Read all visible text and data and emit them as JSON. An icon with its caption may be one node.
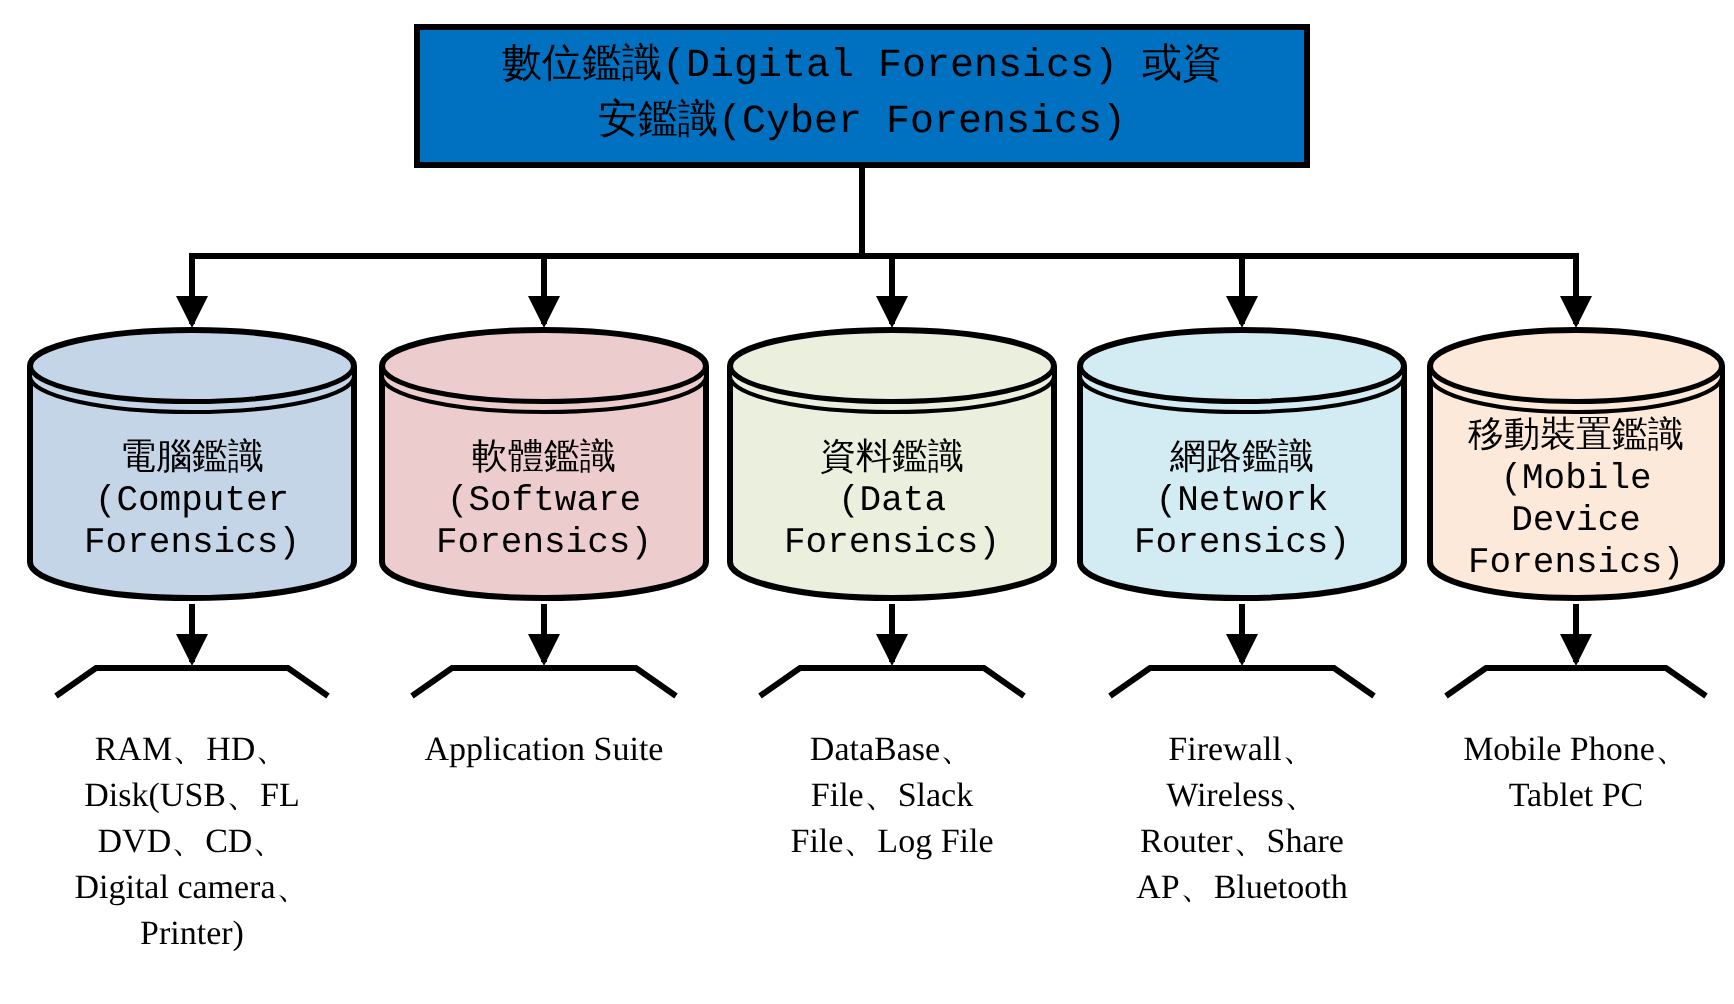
{
  "diagram": {
    "nodes": [
      {
        "text": [
          "數位鑑識(Digital Forensics) 或資安鑑識(Cyber Forensics)"
        ]
      },
      {
        "text": [
          "電腦鑑識",
          "(Computer Forensics)"
        ]
      },
      {
        "text": [
          "軟體鑑識",
          "(Software Forensics)"
        ]
      },
      {
        "text": [
          "資料鑑識",
          "(Data Forensics)"
        ]
      },
      {
        "text": [
          "網路鑑識",
          "(Network Forensics)"
        ]
      },
      {
        "text": [
          "移動裝置鑑識",
          "(Mobile Device Forensics)"
        ]
      },
      {
        "text": [
          "RAM、HD、Disk(USB、FL DVD、CD、Digital camera、Printer)"
        ]
      },
      {
        "text": [
          "Application Suite"
        ]
      },
      {
        "text": [
          "DataBase、File、Slack File、Log File"
        ]
      },
      {
        "text": [
          "Firewall、Wireless、Router、Share AP、Bluetooth"
        ]
      },
      {
        "text": [
          "Mobile Phone、Tablet PC"
        ]
      }
    ],
    "edges": [
      {
        "from": 0,
        "to": 1,
        "arrow": "to"
      },
      {
        "from": 0,
        "to": 2,
        "arrow": "to"
      },
      {
        "from": 0,
        "to": 3,
        "arrow": "to"
      },
      {
        "from": 0,
        "to": 4,
        "arrow": "to"
      },
      {
        "from": 0,
        "to": 5,
        "arrow": "to"
      },
      {
        "from": 1,
        "to": 6,
        "arrow": "to"
      },
      {
        "from": 2,
        "to": 7,
        "arrow": "to"
      },
      {
        "from": 3,
        "to": 8,
        "arrow": "to"
      },
      {
        "from": 4,
        "to": 9,
        "arrow": "to"
      },
      {
        "from": 5,
        "to": 10,
        "arrow": "to"
      }
    ]
  }
}
